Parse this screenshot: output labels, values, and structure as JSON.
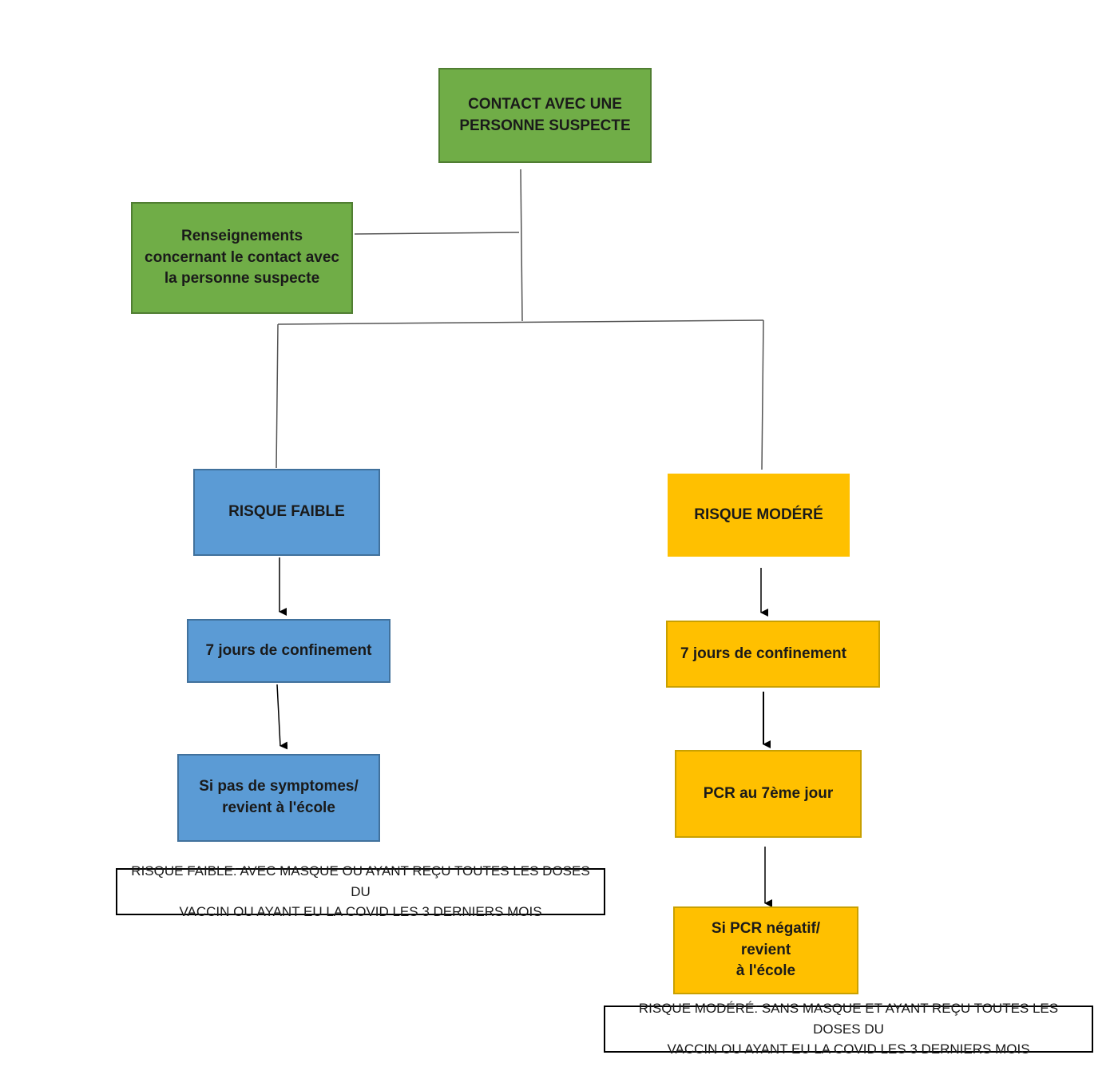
{
  "nodes": {
    "contact": {
      "lines": [
        "CONTACT AVEC UNE",
        "PERSONNE SUSPECTE"
      ]
    },
    "renseignements": {
      "lines": [
        "Renseignements",
        "concernant le contact avec",
        "la personne suspecte"
      ]
    },
    "risque_faible": {
      "label": "RISQUE FAIBLE"
    },
    "faible_confinement": {
      "label": "7 jours de confinement"
    },
    "faible_retour": {
      "lines": [
        "Si pas de symptomes/",
        "revient à l'école"
      ]
    },
    "risque_modere": {
      "label": "RISQUE MODÉRÉ"
    },
    "modere_confinement": {
      "label": "7 jours de confinement"
    },
    "modere_pcr": {
      "label": "PCR au 7ème  jour"
    },
    "modere_retour": {
      "lines": [
        "Si PCR négatif/ revient",
        "à l'école"
      ]
    }
  },
  "notes": {
    "faible": {
      "lines": [
        "RISQUE FAIBLE: AVEC MASQUE OU AYANT REÇU TOUTES LES DOSES DU",
        "VACCIN OU AYANT EU LA COVID LES 3 DERNIERS MOIS"
      ]
    },
    "modere": {
      "lines": [
        "RISQUE MODÉRÉ: SANS MASQUE ET AYANT REÇU TOUTES LES DOSES DU",
        "VACCIN OU AYANT EU LA COVID LES 3 DERNIERS MOIS"
      ]
    }
  },
  "colors": {
    "green": "#70ad47",
    "blue": "#5b9bd5",
    "gold": "#ffc000",
    "connector": "#333333"
  }
}
